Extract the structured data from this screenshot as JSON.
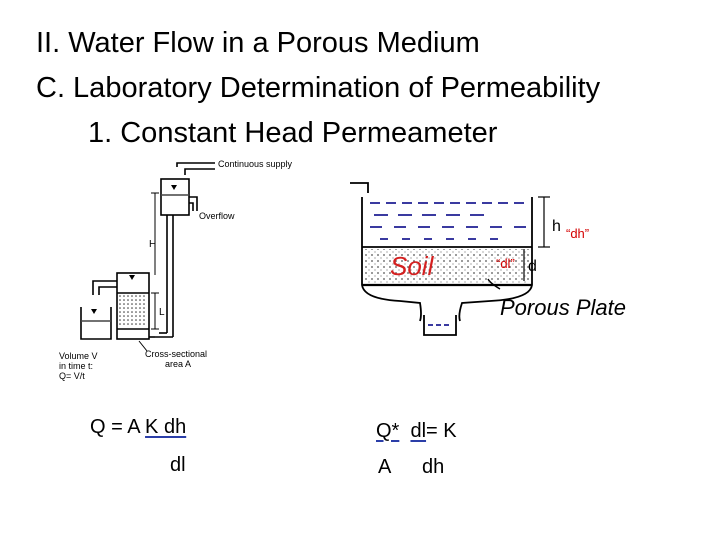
{
  "heading": {
    "line1": "II. Water Flow in a Porous Medium",
    "line2": "C. Laboratory Determination of Permeability",
    "line3": "1. Constant Head Permeameter"
  },
  "left_diagram": {
    "continuous_supply": "Continuous supply",
    "overflow": "Overflow",
    "H": "H",
    "L": "L",
    "volume_label": [
      "Volume V",
      "in time t:",
      "Q= V/t"
    ],
    "cross_section": [
      "Cross-sectional",
      "area A"
    ]
  },
  "right_diagram": {
    "h_label": "h",
    "d_label": "d",
    "soil": "Soil",
    "porous_plate": "Porous Plate",
    "dh_callout": "“dh”",
    "dl_callout": "“dl”"
  },
  "equation_left": {
    "prefix": "Q = A ",
    "numerator": "K dh",
    "denominator": "dl"
  },
  "equation_right": {
    "q_star": "Q*",
    "dl_eq": "dl",
    "equals_k": "= K",
    "a": "A",
    "dh": "dh"
  },
  "colors": {
    "text": "#000000",
    "callout": "#d40000",
    "soil_text": "#d42020",
    "water": "#3a3aa0",
    "underline": "#2b3ea8"
  }
}
